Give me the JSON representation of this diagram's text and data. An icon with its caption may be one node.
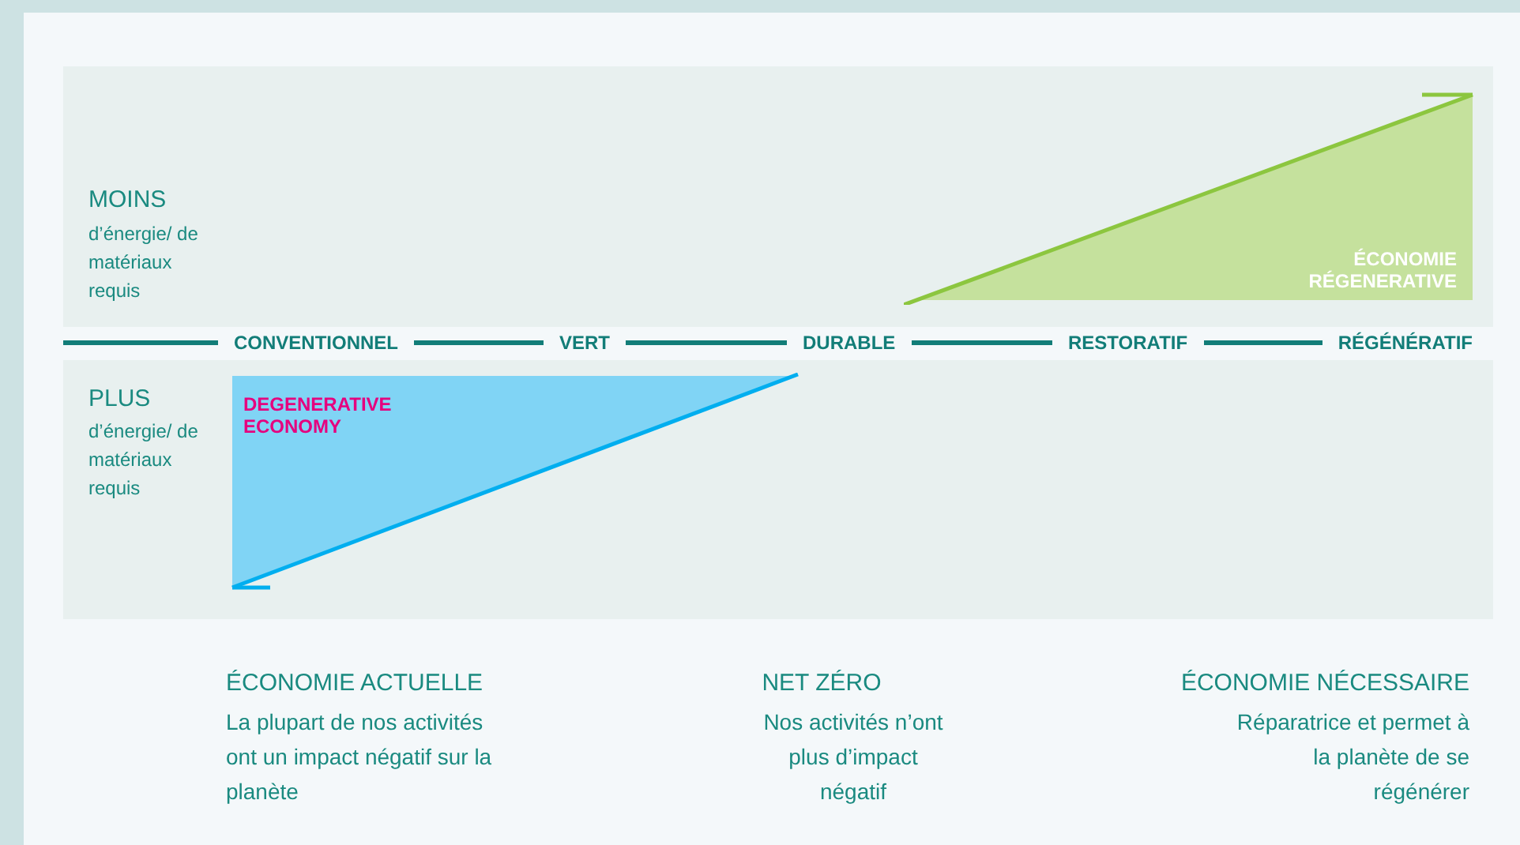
{
  "diagram": {
    "nodes": [
      {
        "text": [
          "ÉCONOMIE RÉGENERATIVE"
        ]
      },
      {
        "text": [
          "DEGENERATIVE ECONOMY"
        ]
      }
    ],
    "edges": [],
    "labels": [
      "MOINS",
      "d’énergie/ de matériaux requis",
      "CONVENTIONNEL",
      "VERT",
      "DURABLE",
      "RESTORATIF",
      "RÉGÉNÉRATIF",
      "PLUS",
      "d’énergie/ de matériaux requis",
      "ÉCONOMIE ACTUELLE",
      "La plupart de nos activités ont un impact négatif sur la planète",
      "NET ZÉRO",
      "Nos activités n’ont plus d’impact négatif",
      "ÉCONOMIE NÉCESSAIRE",
      "Réparatrice et permet à la planète de se régénérer"
    ]
  }
}
